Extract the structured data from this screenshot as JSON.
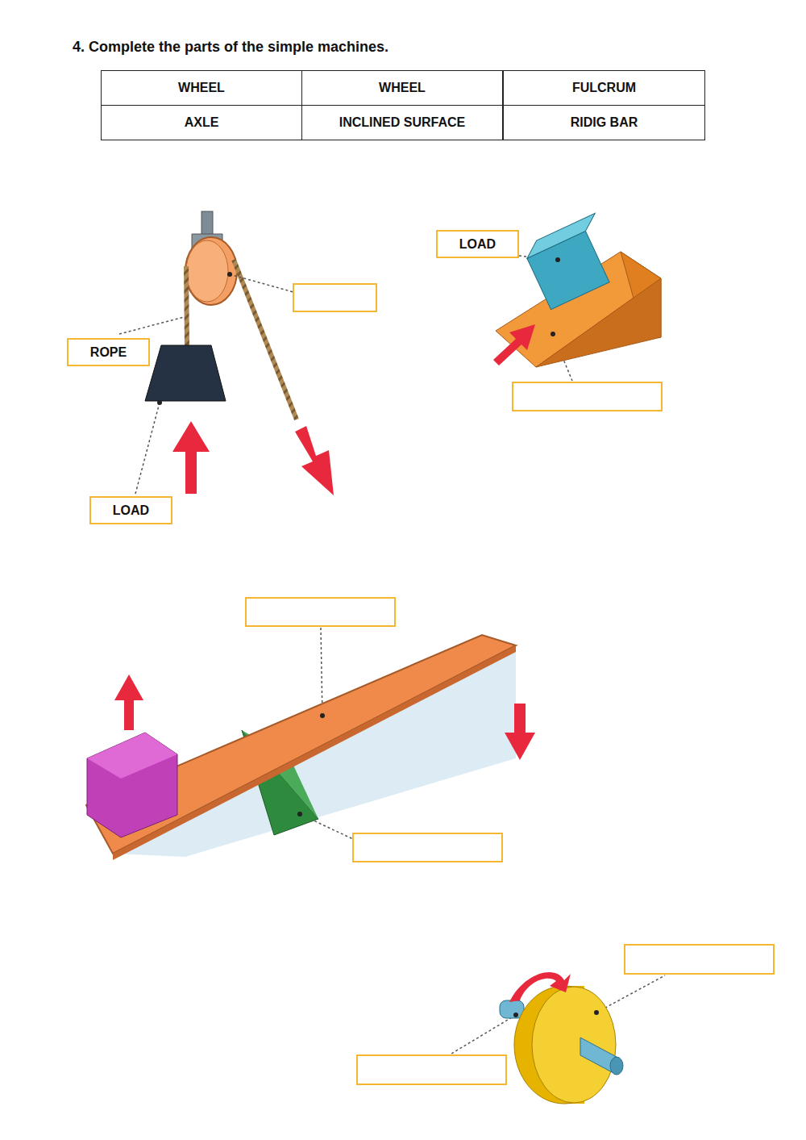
{
  "diagram": {
    "title": "4. Complete the parts of the simple machines.",
    "nodes": [
      {
        "text": [
          "LOAD"
        ]
      },
      {
        "text": [
          "ROPE"
        ]
      },
      {
        "text": [
          "LOAD"
        ]
      }
    ],
    "labels": [
      "WHEEL",
      "WHEEL",
      "FULCRUM",
      "AXLE",
      "INCLINED SURFACE",
      "RIDIG BAR"
    ]
  }
}
